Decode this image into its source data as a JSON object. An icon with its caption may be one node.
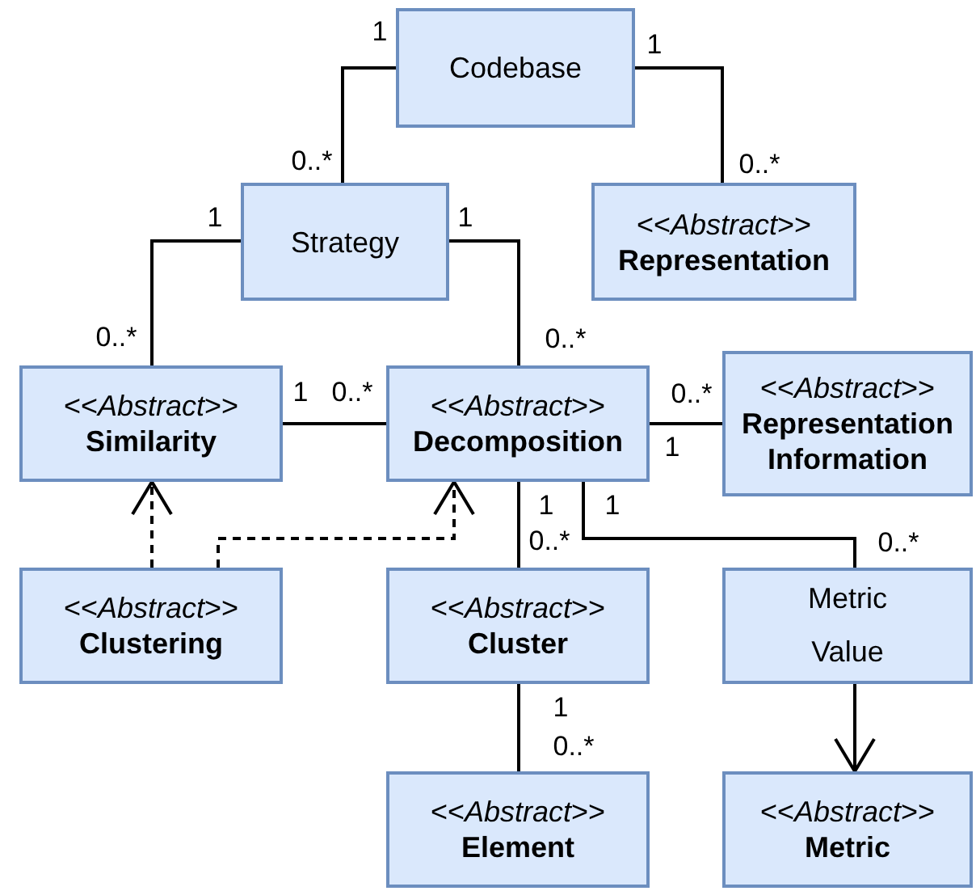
{
  "diagram": {
    "nodes": [
      {
        "text": [
          "Codebase"
        ]
      },
      {
        "text": [
          "Strategy"
        ]
      },
      {
        "text": [
          "<<*Abstract*>>",
          "Representation"
        ]
      },
      {
        "text": [
          "<<*Abstract*>>",
          "Similarity"
        ]
      },
      {
        "text": [
          "<<*Abstract*>>",
          "Decomposition"
        ]
      },
      {
        "text": [
          "<<*Abstract*>>",
          "Representation Information"
        ]
      },
      {
        "text": [
          "<<*Abstract*>>",
          "Clustering"
        ]
      },
      {
        "text": [
          "<<*Abstract*>>",
          "Cluster"
        ]
      },
      {
        "text": [
          "Metric Value"
        ]
      },
      {
        "text": [
          "<<*Abstract*>>",
          "Element"
        ]
      },
      {
        "text": [
          "<<*Abstract*>>",
          "Metric"
        ]
      }
    ],
    "edges": [
      {
        "from": 0,
        "to": 1,
        "arrow": "none"
      },
      {
        "from": 0,
        "to": 2,
        "arrow": "none"
      },
      {
        "from": 1,
        "to": 3,
        "arrow": "none"
      },
      {
        "from": 1,
        "to": 4,
        "arrow": "none"
      },
      {
        "from": 3,
        "to": 4,
        "arrow": "none"
      },
      {
        "from": 4,
        "to": 5,
        "arrow": "none"
      },
      {
        "from": 6,
        "to": 3,
        "arrow": "to",
        "style": "dashed"
      },
      {
        "from": 6,
        "to": 4,
        "arrow": "to",
        "style": "dashed"
      },
      {
        "from": 4,
        "to": 7,
        "arrow": "none"
      },
      {
        "from": 4,
        "to": 8,
        "arrow": "none"
      },
      {
        "from": 7,
        "to": 9,
        "arrow": "none"
      },
      {
        "from": 8,
        "to": 10,
        "arrow": "to"
      }
    ],
    "labels": [
      "1",
      "1",
      "0..*",
      "0..*",
      "1",
      "1",
      "0..*",
      "0..*",
      "1",
      "0..*",
      "0..*",
      "1",
      "1",
      "1",
      "0..*",
      "0..*",
      "1",
      "0..*"
    ]
  }
}
